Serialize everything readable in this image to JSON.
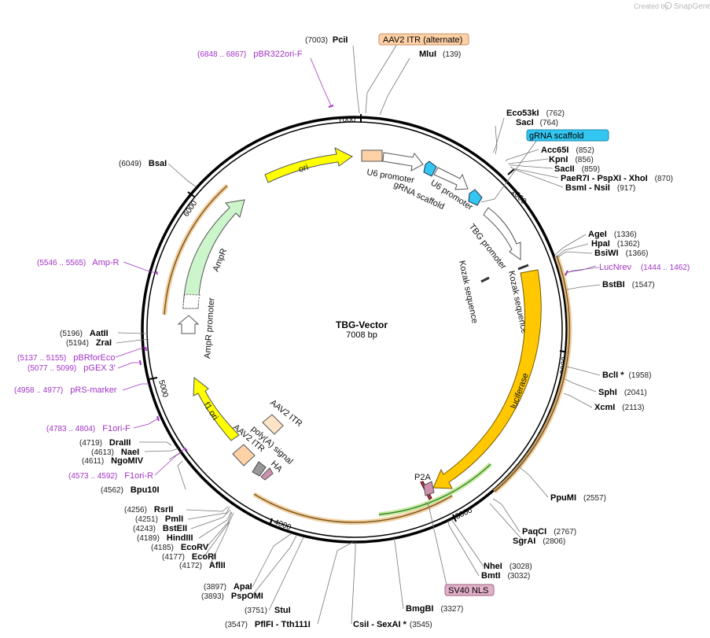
{
  "credit": {
    "prefix": "Created by",
    "brand": "SnapGene"
  },
  "plasmid": {
    "name": "TBG-Vector",
    "size": "7008 bp"
  },
  "ticks": [
    "7000",
    "1000",
    "2000",
    "3000",
    "4000",
    "5000",
    "6000"
  ],
  "sites": [
    {
      "pos": "(7003)",
      "name": "PciI"
    },
    {
      "pos": "(139)",
      "name": "MluI"
    },
    {
      "pos": "(762)",
      "name": "Eco53kI"
    },
    {
      "pos": "(764)",
      "name": "SacI"
    },
    {
      "pos": "(852)",
      "name": "Acc65I"
    },
    {
      "pos": "(856)",
      "name": "KpnI"
    },
    {
      "pos": "(859)",
      "name": "SacII"
    },
    {
      "pos": "(870)",
      "name": "PaeR7I - PspXI - XhoI"
    },
    {
      "pos": "(917)",
      "name": "BsmI - NsiI"
    },
    {
      "pos": "(1336)",
      "name": "AgeI"
    },
    {
      "pos": "(1362)",
      "name": "HpaI"
    },
    {
      "pos": "(1366)",
      "name": "BsiWI"
    },
    {
      "pos": "(1547)",
      "name": "BstBI"
    },
    {
      "pos": "(1958)",
      "name": "BclI *"
    },
    {
      "pos": "(2041)",
      "name": "SphI"
    },
    {
      "pos": "(2113)",
      "name": "XcmI"
    },
    {
      "pos": "(2557)",
      "name": "PpuMI"
    },
    {
      "pos": "(2767)",
      "name": "PaqCI"
    },
    {
      "pos": "(2806)",
      "name": "SgrAI"
    },
    {
      "pos": "(3028)",
      "name": "NheI"
    },
    {
      "pos": "(3032)",
      "name": "BmtI"
    },
    {
      "pos": "(3327)",
      "name": "BmgBI"
    },
    {
      "pos": "(3545)",
      "name": "CsiI - SexAI *"
    },
    {
      "pos": "(3547)",
      "name": "PflFI - Tth111I"
    },
    {
      "pos": "(3751)",
      "name": "StuI"
    },
    {
      "pos": "(3893)",
      "name": "PspOMI"
    },
    {
      "pos": "(3897)",
      "name": "ApaI"
    },
    {
      "pos": "(4172)",
      "name": "AflII"
    },
    {
      "pos": "(4177)",
      "name": "EcoRI"
    },
    {
      "pos": "(4185)",
      "name": "EcoRV"
    },
    {
      "pos": "(4189)",
      "name": "HindIII"
    },
    {
      "pos": "(4243)",
      "name": "BstEII"
    },
    {
      "pos": "(4251)",
      "name": "PmlI"
    },
    {
      "pos": "(4256)",
      "name": "RsrII"
    },
    {
      "pos": "(4562)",
      "name": "Bpu10I"
    },
    {
      "pos": "(4611)",
      "name": "NgoMIV"
    },
    {
      "pos": "(4613)",
      "name": "NaeI"
    },
    {
      "pos": "(4719)",
      "name": "DraIII"
    },
    {
      "pos": "(5194)",
      "name": "ZraI"
    },
    {
      "pos": "(5196)",
      "name": "AatII"
    },
    {
      "pos": "(6049)",
      "name": "BsaI"
    }
  ],
  "primers": [
    {
      "range": "(6848 .. 6867)",
      "name": "pBR322ori-F"
    },
    {
      "range": "(1444 .. 1462)",
      "name": "LucNrev"
    },
    {
      "range": "(5546 .. 5565)",
      "name": "Amp-R"
    },
    {
      "range": "(5137 .. 5155)",
      "name": "pBRforEco"
    },
    {
      "range": "(5077 .. 5099)",
      "name": "pGEX 3'"
    },
    {
      "range": "(4958 .. 4977)",
      "name": "pRS-marker"
    },
    {
      "range": "(4783 .. 4804)",
      "name": "F1ori-F"
    },
    {
      "range": "(4573 .. 4592)",
      "name": "F1ori-R"
    }
  ],
  "boxed": {
    "itr_alt": "AAV2 ITR (alternate)",
    "grna": "gRNA scaffold",
    "sv40": "SV40 NLS"
  },
  "features": {
    "ori": "ori",
    "u6_1": "U6 promoter",
    "grna_1": "gRNA scaffold",
    "u6_2": "U6 promoter",
    "tbg": "TBG promoter",
    "kozak_1": "Kozak sequence",
    "kozak_2": "Kozak sequence",
    "luciferase": "luciferase",
    "p2a": "P2A",
    "ha": "HA",
    "polya": "poly(A) signal",
    "itr_1": "AAV2 ITR",
    "itr_2": "AAV2 ITR",
    "f1ori": "f1 ori",
    "ampr_promoter": "AmpR promoter",
    "ampr": "AmpR"
  },
  "colors": {
    "ori": "#ffff00",
    "ampr": "#ccf5cc",
    "luciferase": "#ffc800",
    "itr": "#ffd1a6",
    "grna": "#33c6f0",
    "sv40": "#e0b0c8",
    "primer": "#a232c6",
    "orf": "#f0c38a",
    "orf_green": "#2e8b2e"
  }
}
